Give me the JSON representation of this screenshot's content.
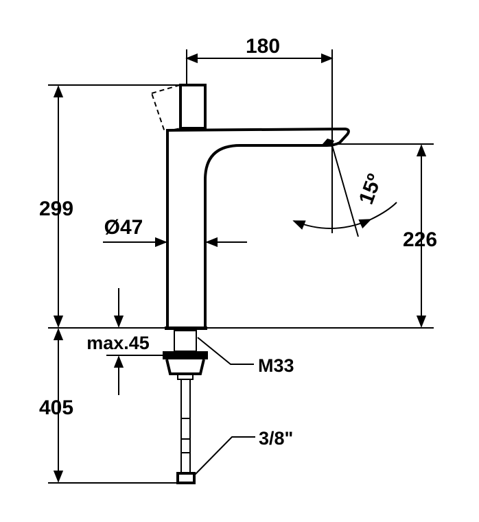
{
  "dimensions": {
    "spout_reach": "180",
    "total_height": "299",
    "spout_height": "226",
    "body_diameter": "Ø47",
    "swivel_angle": "15º",
    "max_deck_thickness": "max.45",
    "thread": "M33",
    "hose_length": "405",
    "hose_connection": "3/8\""
  }
}
